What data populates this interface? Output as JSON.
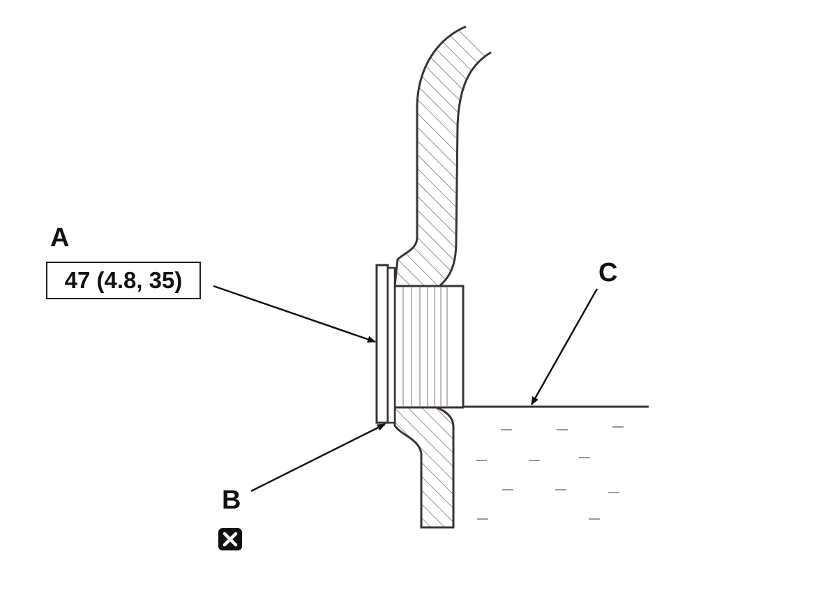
{
  "callouts": {
    "a": {
      "letter": "A",
      "torque_spec": "47 (4.8, 35)"
    },
    "b": {
      "letter": "B",
      "icon": "replace-part-icon"
    },
    "c": {
      "letter": "C"
    }
  },
  "colors": {
    "line": "#3a3330",
    "hatch": "#6a6460",
    "text": "#111111",
    "fluid_dash": "#9a9a9a"
  }
}
